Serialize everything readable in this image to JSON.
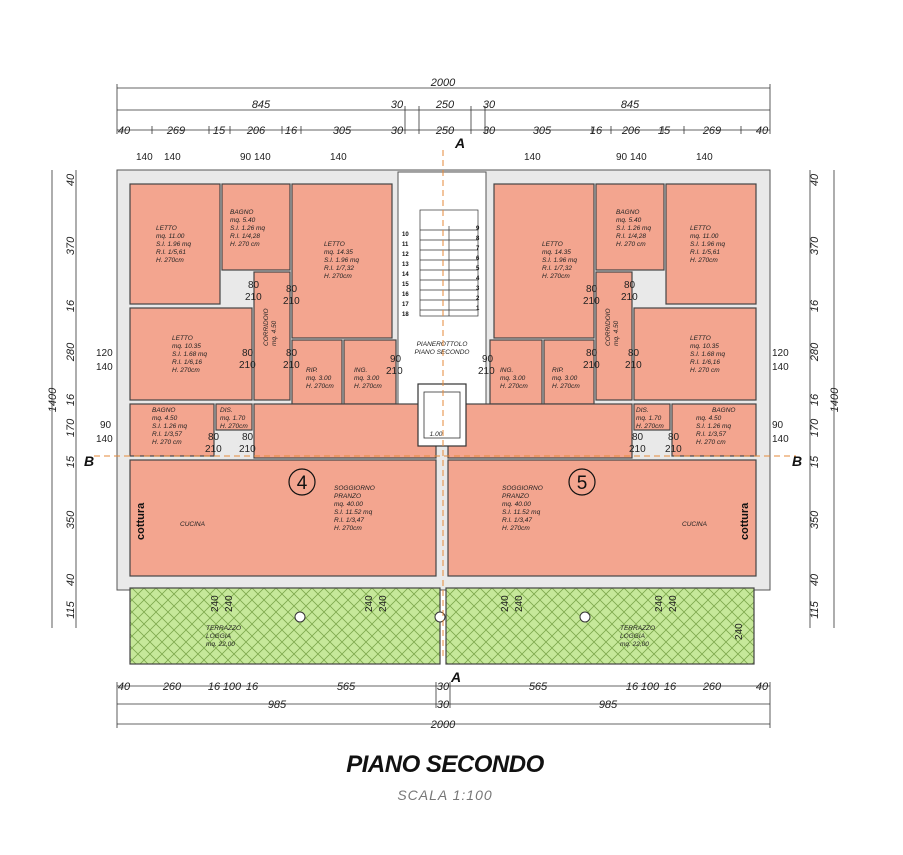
{
  "title": "PIANO SECONDO",
  "scale": "SCALA 1:100",
  "section_marks": {
    "a_top": "A",
    "a_bottom": "A",
    "b_left": "B",
    "b_right": "B"
  },
  "units": {
    "u4": "4",
    "u5": "5"
  },
  "cottura": "cottura",
  "landing": {
    "line1": "PIANEROTTOLO",
    "line2": "PIANO SECONDO"
  },
  "stairs": {
    "left": [
      "10",
      "11",
      "12",
      "13",
      "14",
      "15",
      "16",
      "17",
      "18"
    ],
    "right": [
      "9",
      "8",
      "7",
      "6",
      "5",
      "4",
      "3",
      "2",
      "1"
    ]
  },
  "lift": "1.00",
  "dims": {
    "top1": [
      "2000"
    ],
    "top2": [
      "845",
      "30",
      "250",
      "30",
      "845"
    ],
    "top3": [
      "40",
      "269",
      "15",
      "206",
      "16",
      "305",
      "30",
      "250",
      "30",
      "305",
      "16",
      "206",
      "15",
      "269",
      "40"
    ],
    "bot1": [
      "40",
      "260",
      "16",
      "100",
      "16",
      "565",
      "30",
      "565",
      "16",
      "100",
      "16",
      "260",
      "40"
    ],
    "bot2": [
      "985",
      "30",
      "985"
    ],
    "bot3": [
      "2000"
    ],
    "left": [
      "40",
      "370",
      "16",
      "280",
      "16",
      "170",
      "15",
      "350",
      "40",
      "115"
    ],
    "left_total": "1400",
    "right": [
      "40",
      "370",
      "16",
      "280",
      "16",
      "170",
      "15",
      "350",
      "40",
      "115"
    ],
    "right_total": "1400"
  },
  "windows": {
    "w140": "140",
    "w90": "90",
    "w120": "120",
    "w240": "240"
  },
  "doors": {
    "d80": "80",
    "d210": "210",
    "d90": "90"
  },
  "rooms_left": [
    {
      "name": "LETTO",
      "l1": "mq. 11.00",
      "l2": "S.I. 1.96 mq",
      "l3": "R.I. 1/5,61",
      "l4": "H. 270cm"
    },
    {
      "name": "BAGNO",
      "l1": "mq. 5.40",
      "l2": "S.I. 1.26 mq",
      "l3": "R.I. 1/4,28",
      "l4": "H. 270 cm"
    },
    {
      "name": "LETTO",
      "l1": "mq. 14.35",
      "l2": "S.I. 1.96 mq",
      "l3": "R.I. 1/7,32",
      "l4": "H. 270cm"
    },
    {
      "name": "LETTO",
      "l1": "mq. 10.35",
      "l2": "S.I. 1.68 mq",
      "l3": "R.I. 1/6,16",
      "l4": "H. 270cm"
    },
    {
      "name": "CORRIDOIO",
      "l1": "mq. 4.50"
    },
    {
      "name": "RIP.",
      "l1": "mq. 3.00",
      "l2": "H. 270cm"
    },
    {
      "name": "ING.",
      "l1": "mq. 3.00",
      "l2": "H. 270cm"
    },
    {
      "name": "BAGNO",
      "l1": "mq. 4.50",
      "l2": "S.I. 1.26 mq",
      "l3": "R.I. 1/3,57",
      "l4": "H. 270 cm"
    },
    {
      "name": "DIS.",
      "l1": "mq. 1.70",
      "l2": "H. 270cm"
    },
    {
      "name": "SOGGIORNO",
      "n2": "PRANZO",
      "l1": "mq. 40.00",
      "l2": "S.I. 11.52 mq",
      "l3": "R.I. 1/3,47",
      "l4": "H. 270cm"
    },
    {
      "name": "CUCINA"
    },
    {
      "name": "TERRAZZO",
      "n2": "LOGGIA",
      "l1": "mq. 22,00"
    }
  ],
  "rooms_right": [
    {
      "name": "LETTO",
      "l1": "mq. 14.35",
      "l2": "S.I. 1.96 mq",
      "l3": "R.I. 1/7,32",
      "l4": "H. 270cm"
    },
    {
      "name": "BAGNO",
      "l1": "mq. 5.40",
      "l2": "S.I. 1.26 mq",
      "l3": "R.I. 1/4,28",
      "l4": "H. 270 cm"
    },
    {
      "name": "LETTO",
      "l1": "mq. 11.00",
      "l2": "S.I. 1.96 mq",
      "l3": "R.I. 1/5,61",
      "l4": "H. 270cm"
    },
    {
      "name": "LETTO",
      "l1": "mq. 10.35",
      "l2": "S.I. 1.68 mq",
      "l3": "R.I. 1/6,16",
      "l4": "H. 270 cm"
    },
    {
      "name": "CORRIDOIO",
      "l1": "mq. 4.50"
    },
    {
      "name": "RIP.",
      "l1": "mq. 3.00",
      "l2": "H. 270cm"
    },
    {
      "name": "ING.",
      "l1": "mq. 3.00",
      "l2": "H. 270cm"
    },
    {
      "name": "BAGNO",
      "l1": "mq. 4.50",
      "l2": "S.I. 1.26 mq",
      "l3": "R.I. 1/3,57",
      "l4": "H. 270 cm"
    },
    {
      "name": "DIS.",
      "l1": "mq. 1.70",
      "l2": "H. 270cm"
    },
    {
      "name": "SOGGIORNO",
      "n2": "PRANZO",
      "l1": "mq. 40.00",
      "l2": "S.I. 11.52 mq",
      "l3": "R.I. 1/3,47",
      "l4": "H. 270cm"
    },
    {
      "name": "CUCINA"
    },
    {
      "name": "TERRAZZO",
      "n2": "LOGGIA",
      "l1": "mq. 22,00"
    }
  ]
}
